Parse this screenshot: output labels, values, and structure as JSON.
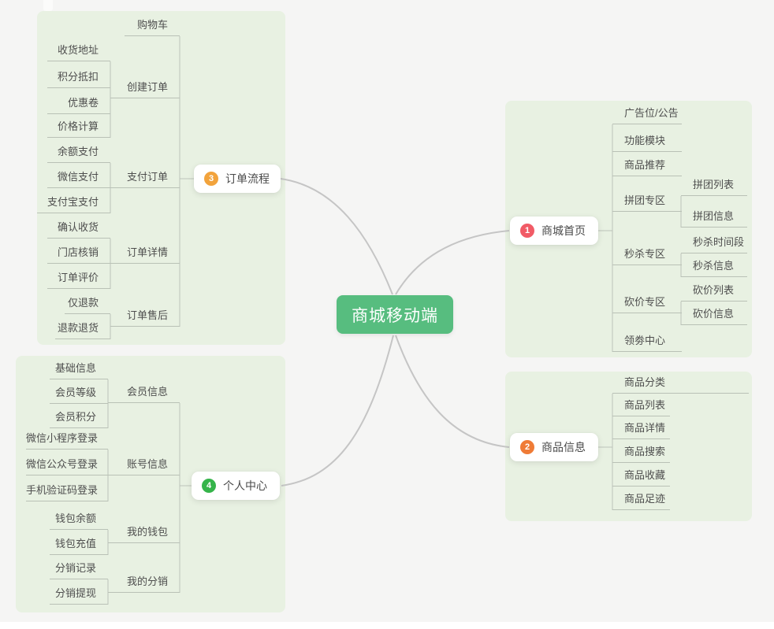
{
  "root": {
    "label": "商城移动端"
  },
  "home": {
    "badge": "1",
    "label": "商城首页",
    "children": [
      {
        "label": "广告位/公告",
        "children": []
      },
      {
        "label": "功能模块",
        "children": []
      },
      {
        "label": "商品推荐",
        "children": []
      },
      {
        "label": "拼团专区",
        "children": [
          "拼团列表",
          "拼团信息"
        ]
      },
      {
        "label": "秒杀专区",
        "children": [
          "秒杀时间段",
          "秒杀信息"
        ]
      },
      {
        "label": "砍价专区",
        "children": [
          "砍价列表",
          "砍价信息"
        ]
      },
      {
        "label": "领劵中心",
        "children": []
      }
    ]
  },
  "product": {
    "badge": "2",
    "label": "商品信息",
    "children": [
      "商品分类",
      "商品列表",
      "商品详情",
      "商品搜索",
      "商品收藏",
      "商品足迹"
    ]
  },
  "order_flow": {
    "badge": "3",
    "label": "订单流程",
    "children": [
      {
        "label": "购物车",
        "children": []
      },
      {
        "label": "创建订单",
        "children": [
          "收货地址",
          "积分抵扣",
          "优惠卷",
          "价格计算"
        ]
      },
      {
        "label": "支付订单",
        "children": [
          "余额支付",
          "微信支付",
          "支付宝支付"
        ]
      },
      {
        "label": "订单详情",
        "children": [
          "确认收货",
          "门店核销",
          "订单评价"
        ]
      },
      {
        "label": "订单售后",
        "children": [
          "仅退款",
          "退款退货"
        ]
      }
    ]
  },
  "personal": {
    "badge": "4",
    "label": "个人中心",
    "children": [
      {
        "label": "会员信息",
        "children": [
          "基础信息",
          "会员等级",
          "会员积分"
        ]
      },
      {
        "label": "账号信息",
        "children": [
          "微信小程序登录",
          "微信公众号登录",
          "手机验证码登录"
        ]
      },
      {
        "label": "我的钱包",
        "children": [
          "钱包余额",
          "钱包充值"
        ]
      },
      {
        "label": "我的分销",
        "children": [
          "分销记录",
          "分销提现"
        ]
      }
    ]
  },
  "colors": {
    "badge_1": "#f15b66",
    "badge_2": "#ef7b36",
    "badge_3": "#f2a33c",
    "badge_4": "#35b44a",
    "root_bg": "#57bd7f",
    "group_bg": "#e8f1e2",
    "wire": "#bcc3b9",
    "curve": "#c5c5c5"
  }
}
